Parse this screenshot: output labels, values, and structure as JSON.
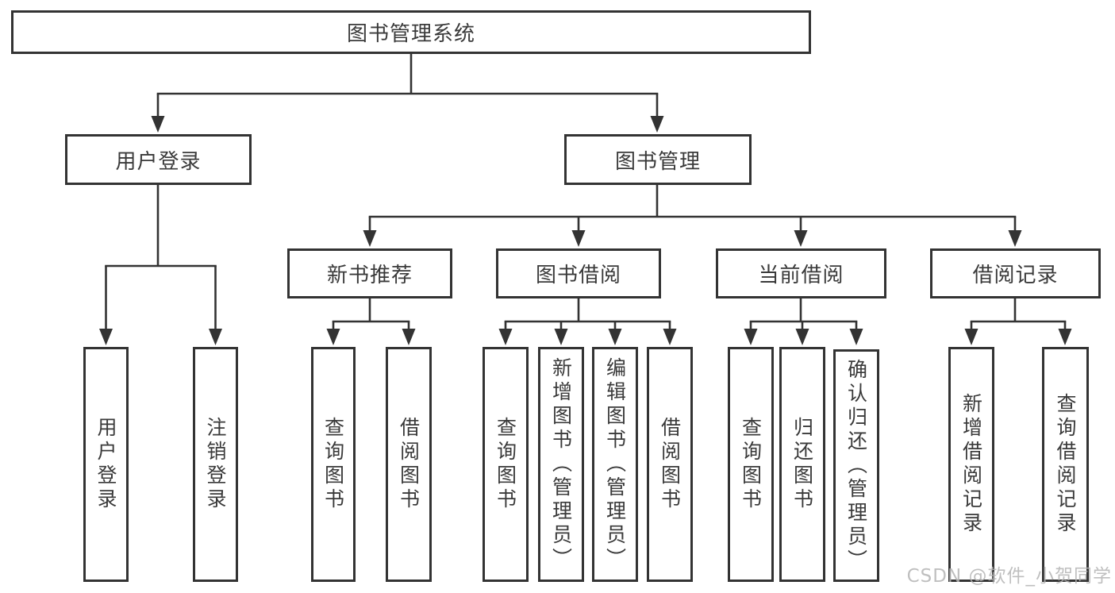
{
  "colors": {
    "line": "#333333",
    "text": "#3a3a3a",
    "background": "#ffffff",
    "watermark": "#b5b5b5"
  },
  "diagram": {
    "root": {
      "label": "图书管理系统"
    },
    "level2": {
      "user_login": {
        "label": "用户登录"
      },
      "book_management": {
        "label": "图书管理"
      }
    },
    "level3": {
      "new_book_recommend": {
        "label": "新书推荐"
      },
      "book_borrow": {
        "label": "图书借阅"
      },
      "current_borrow": {
        "label": "当前借阅"
      },
      "borrow_records": {
        "label": "借阅记录"
      }
    },
    "leaves": {
      "user_login_children": [
        "用户登录",
        "注销登录"
      ],
      "new_book_children": [
        "查询图书",
        "借阅图书"
      ],
      "book_borrow_children": [
        "查询图书",
        "新增图书（管理员）",
        "编辑图书（管理员）",
        "借阅图书"
      ],
      "current_borrow_children": [
        "查询图书",
        "归还图书",
        "确认归还（管理员）"
      ],
      "borrow_records_children": [
        "新增借阅记录",
        "查询借阅记录"
      ]
    }
  },
  "watermark": "CSDN @软件_小贺同学"
}
